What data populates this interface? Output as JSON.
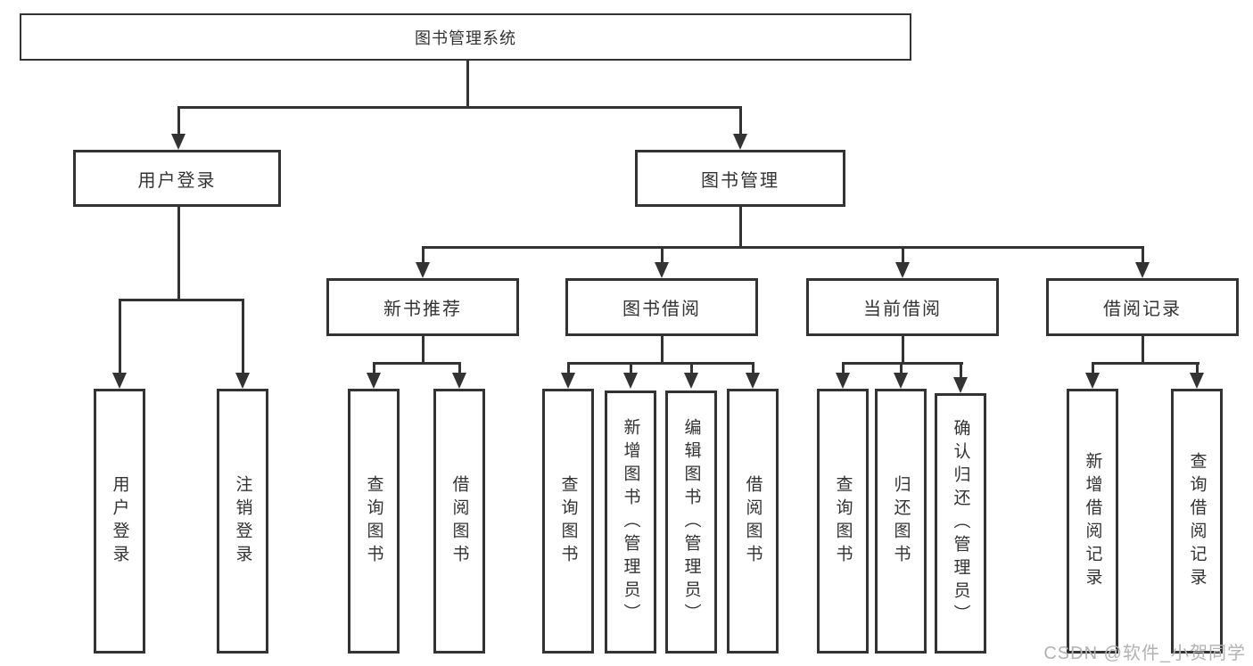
{
  "page": {
    "background": "#ffffff"
  },
  "colors": {
    "line": "#333333",
    "box_border": "#333333",
    "text": "#333333",
    "watermark": "#b2b2b2"
  },
  "watermark": {
    "text": "CSDN @软件_小贺同学"
  },
  "tree": {
    "label": "图书管理系统",
    "children": [
      {
        "label": "用户登录",
        "children": [
          {
            "label": "用户登录"
          },
          {
            "label": "注销登录"
          }
        ]
      },
      {
        "label": "图书管理",
        "children": [
          {
            "label": "新书推荐",
            "children": [
              {
                "label": "查询图书"
              },
              {
                "label": "借阅图书"
              }
            ]
          },
          {
            "label": "图书借阅",
            "children": [
              {
                "label": "查询图书"
              },
              {
                "label": "新增图书（管理员）"
              },
              {
                "label": "编辑图书（管理员）"
              },
              {
                "label": "借阅图书"
              }
            ]
          },
          {
            "label": "当前借阅",
            "children": [
              {
                "label": "查询图书"
              },
              {
                "label": "归还图书"
              },
              {
                "label": "确认归还（管理员）"
              }
            ]
          },
          {
            "label": "借阅记录",
            "children": [
              {
                "label": "新增借阅记录"
              },
              {
                "label": "查询借阅记录"
              }
            ]
          }
        ]
      }
    ]
  }
}
